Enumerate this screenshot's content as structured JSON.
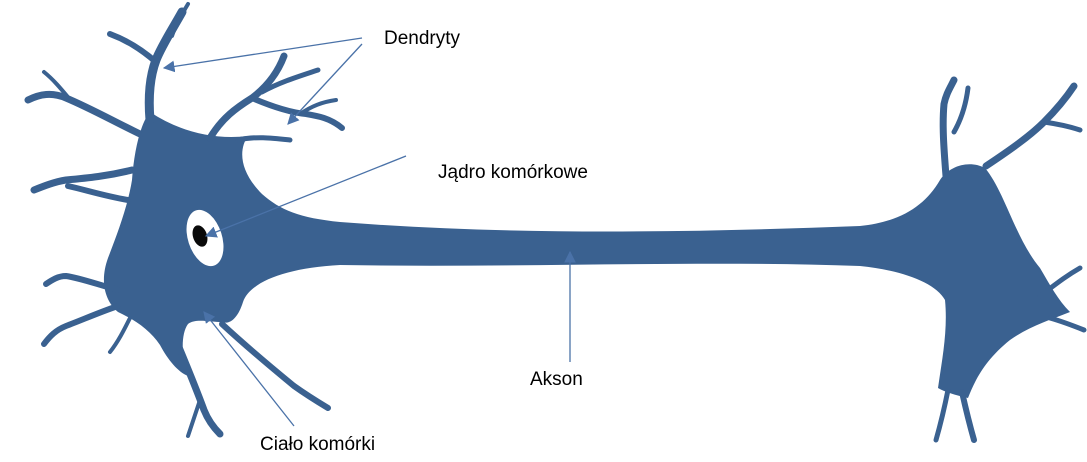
{
  "labels": {
    "dendrites": "Dendryty",
    "nucleus": "Jądro komórkowe",
    "cell_body": "Ciało komórki",
    "axon": "Akson"
  },
  "colors": {
    "neuron": "#3a6190",
    "leader": "#4a72a8",
    "nucleus": "#0a0a0a",
    "background": "#ffffff"
  }
}
